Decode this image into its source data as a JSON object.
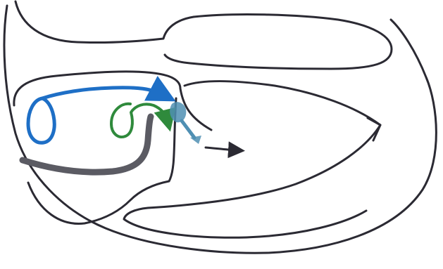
{
  "figure": {
    "kind": "hand-drawn anatomical sketch",
    "text_labels": []
  },
  "colors": {
    "background": "#ffffff",
    "outline_ink": "#2b2a33",
    "grey_band": "#5b5b63",
    "blue_path": "#1e6fc6",
    "green_path": "#2f8a3c",
    "teal_blob": "#4f8fb3",
    "arrow_ink": "#2b2a33"
  },
  "elements": [
    {
      "name": "outer-shell-outline",
      "color_key": "outline_ink"
    },
    {
      "name": "upper-lobe-outline",
      "color_key": "outline_ink"
    },
    {
      "name": "inner-chamber-outline",
      "color_key": "outline_ink"
    },
    {
      "name": "right-flap-outline",
      "color_key": "outline_ink"
    },
    {
      "name": "grey-band",
      "color_key": "grey_band"
    },
    {
      "name": "blue-loop-path",
      "color_key": "blue_path"
    },
    {
      "name": "green-loop-path",
      "color_key": "green_path"
    },
    {
      "name": "teal-blob",
      "color_key": "teal_blob"
    },
    {
      "name": "black-arrow",
      "color_key": "arrow_ink"
    }
  ]
}
